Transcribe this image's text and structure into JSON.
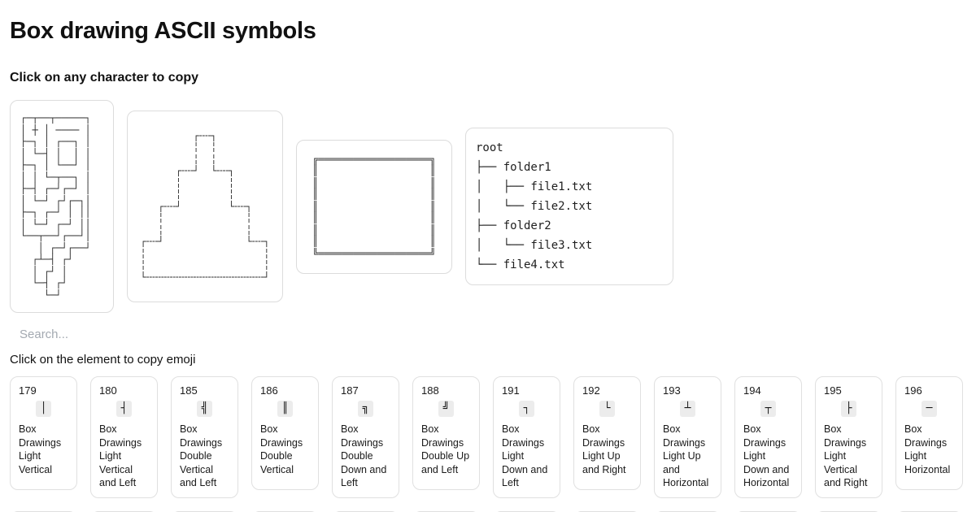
{
  "page": {
    "title": "Box drawing ASCII symbols",
    "subtitle": "Click on any character to copy",
    "grid_hint": "Click on the element to copy emoji"
  },
  "search": {
    "placeholder": "Search..."
  },
  "colors": {
    "card_border": "#e0e0e0",
    "glyph_background": "#ececec",
    "text": "#111111",
    "placeholder_text": "#a3a9b1"
  },
  "art_cards": [
    {
      "name": "maze",
      "art": "┌─┬──┬─────┐\n│ ┼ │ ──── │\n├─┐ │ ┌──┐ │\n│ └─┤ │  │ │\n├─┐ │ └──┘ │\n│ │ └─┬──┐ │\n├─┤ ┌─┘┌─┘ │\n│ └─┘ ┌┘┌─┐│\n├─┐ ┌─┘ │ ││\n│ └─┘ ┌─┘ ││\n└──┬──┘┌──┘│\n   │ ┌─┘┌──┘\n  ┌┴─┤ ┌┘\n  │ ┌┘ │\n  └─┤ ┌┘\n    └─┘"
    },
    {
      "name": "pyramid",
      "art": "         ┌╌╌┐\n         ╎  ╎\n         ╎  ╎\n      ┌╌╌┘  └╌╌┐\n      ╎        ╎\n      ╎        ╎\n   ┌╌╌┘        └╌╌┐\n   ╎              ╎\n   ╎              ╎\n┌╌╌┘              └╌╌┐\n╎                    ╎\n╎                    ╎\n└╌╌╌╌╌╌╌╌╌╌╌╌╌╌╌╌╌╌╌╌┘"
    },
    {
      "name": "double-box",
      "art": "╔═══════════════════╗\n║                   ║\n║                   ║\n║                   ║\n║                   ║\n║                   ║\n║                   ║\n║                   ║\n╚═══════════════════╝"
    },
    {
      "name": "file-tree",
      "art": "root\n├── folder1\n│   ├── file1.txt\n│   └── file2.txt\n├── folder2\n│   └── file3.txt\n└── file4.txt"
    }
  ],
  "characters": [
    {
      "code": "179",
      "char": "│",
      "name": "Box Drawings Light Vertical"
    },
    {
      "code": "180",
      "char": "┤",
      "name": "Box Drawings Light Vertical and Left"
    },
    {
      "code": "185",
      "char": "╣",
      "name": "Box Drawings Double Vertical and Left"
    },
    {
      "code": "186",
      "char": "║",
      "name": "Box Drawings Double Vertical"
    },
    {
      "code": "187",
      "char": "╗",
      "name": "Box Drawings Double Down and Left"
    },
    {
      "code": "188",
      "char": "╝",
      "name": "Box Drawings Double Up and Left"
    },
    {
      "code": "191",
      "char": "┐",
      "name": "Box Drawings Light Down and Left"
    },
    {
      "code": "192",
      "char": "└",
      "name": "Box Drawings Light Up and Right"
    },
    {
      "code": "193",
      "char": "┴",
      "name": "Box Drawings Light Up and Horizontal"
    },
    {
      "code": "194",
      "char": "┬",
      "name": "Box Drawings Light Down and Horizontal"
    },
    {
      "code": "195",
      "char": "├",
      "name": "Box Drawings Light Vertical and Right"
    },
    {
      "code": "196",
      "char": "─",
      "name": "Box Drawings Light Horizontal"
    }
  ]
}
